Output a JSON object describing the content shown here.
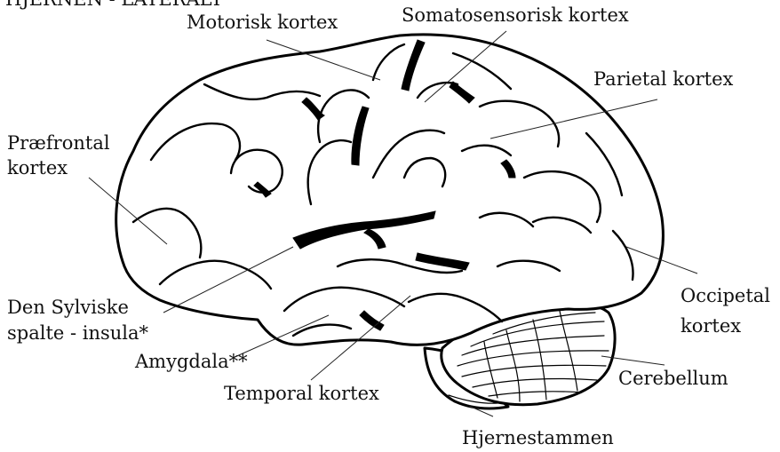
{
  "title": "HJERNEN - LATERALT",
  "labels": {
    "motor": "Motorisk kortex",
    "somato": "Somatosensorisk kortex",
    "parietal": "Parietal kortex",
    "prefrontal_1": "Præfrontal",
    "prefrontal_2": "kortex",
    "sylvian_1": "Den Sylviske",
    "sylvian_2": "spalte - insula*",
    "amygdala": "Amygdala**",
    "temporal": "Temporal kortex",
    "occipital_1": "Occipetal",
    "occipital_2": "kortex",
    "cerebellum": "Cerebellum",
    "brainstem": "Hjernestammen"
  }
}
